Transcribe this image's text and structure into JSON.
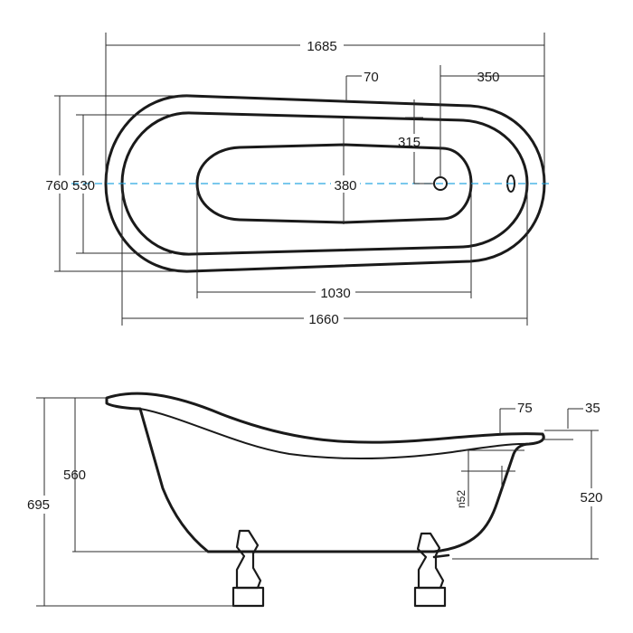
{
  "colors": {
    "line": "#1a1a1a",
    "center_axis": "#29a8e0",
    "background": "#ffffff"
  },
  "top_view": {
    "overall_length": "1685",
    "inner_length": "1660",
    "basin_length": "1030",
    "overall_width": "760",
    "inner_width": "530",
    "basin_width": "380",
    "drain_from_end": "350",
    "rim_width": "70",
    "drain_offset": "315"
  },
  "side_view": {
    "total_height": "695",
    "tub_height": "560",
    "rim_height": "520",
    "rim_lip_length": "75",
    "rim_lip_height": "35",
    "overflow_label": "n52"
  }
}
